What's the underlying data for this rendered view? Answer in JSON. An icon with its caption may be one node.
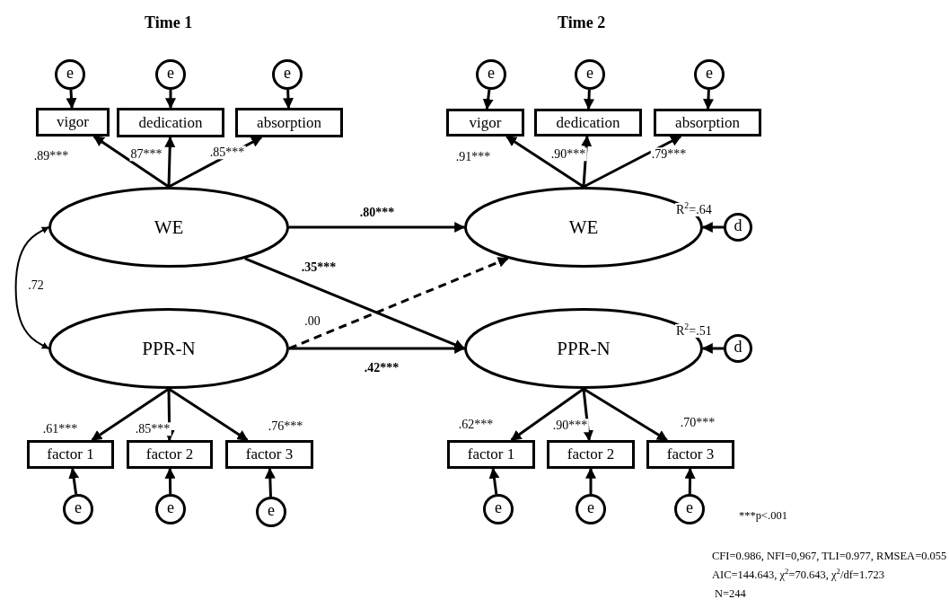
{
  "diagram": {
    "nodes": [
      {
        "text": [
          "e"
        ]
      },
      {
        "text": [
          "e"
        ]
      },
      {
        "text": [
          "e"
        ]
      },
      {
        "text": [
          "e"
        ]
      },
      {
        "text": [
          "e"
        ]
      },
      {
        "text": [
          "e"
        ]
      },
      {
        "text": [
          "vigor"
        ]
      },
      {
        "text": [
          "dedication"
        ]
      },
      {
        "text": [
          "absorption"
        ]
      },
      {
        "text": [
          "vigor"
        ]
      },
      {
        "text": [
          "dedication"
        ]
      },
      {
        "text": [
          "absorption"
        ]
      },
      {
        "text": [
          "WE"
        ]
      },
      {
        "text": [
          "WE"
        ],
        "beside": [
          "R$^{2}$=.64"
        ]
      },
      {
        "text": [
          "d"
        ]
      },
      {
        "text": [
          "PPR-N"
        ]
      },
      {
        "text": [
          "PPR-N"
        ],
        "beside": [
          "R$^{2}$=.51"
        ]
      },
      {
        "text": [
          "d"
        ]
      },
      {
        "text": [
          "factor 1"
        ]
      },
      {
        "text": [
          "factor 2"
        ]
      },
      {
        "text": [
          "factor 3"
        ]
      },
      {
        "text": [
          "factor 1"
        ]
      },
      {
        "text": [
          "factor 2"
        ]
      },
      {
        "text": [
          "factor 3"
        ]
      },
      {
        "text": [
          "e"
        ]
      },
      {
        "text": [
          "e"
        ]
      },
      {
        "text": [
          "e"
        ]
      },
      {
        "text": [
          "e"
        ]
      },
      {
        "text": [
          "e"
        ]
      },
      {
        "text": [
          "e"
        ]
      }
    ],
    "edges": [
      {
        "from": 12,
        "to": 6,
        "arrow": "to",
        "label": ".89***"
      },
      {
        "from": 12,
        "to": 7,
        "arrow": "to",
        "label": "87***"
      },
      {
        "from": 12,
        "to": 8,
        "arrow": "to",
        "label": ".85***"
      },
      {
        "from": 13,
        "to": 9,
        "arrow": "to",
        "label": ".91***"
      },
      {
        "from": 13,
        "to": 10,
        "arrow": "to",
        "label": ".90***"
      },
      {
        "from": 13,
        "to": 11,
        "arrow": "to",
        "label": ".79***"
      },
      {
        "from": 15,
        "to": 18,
        "arrow": "to",
        "label": ".61***"
      },
      {
        "from": 15,
        "to": 19,
        "arrow": "to",
        "label": ".85***"
      },
      {
        "from": 15,
        "to": 20,
        "arrow": "to",
        "label": ".76***"
      },
      {
        "from": 16,
        "to": 21,
        "arrow": "to",
        "label": ".62***"
      },
      {
        "from": 16,
        "to": 22,
        "arrow": "to",
        "label": ".90***"
      },
      {
        "from": 16,
        "to": 23,
        "arrow": "to",
        "label": ".70***"
      },
      {
        "from": 12,
        "to": 13,
        "arrow": "to",
        "label": ".80***"
      },
      {
        "from": 12,
        "to": 16,
        "arrow": "to",
        "label": ".35***"
      },
      {
        "from": 15,
        "to": 13,
        "arrow": "to",
        "label": ".00",
        "style": "dashed"
      },
      {
        "from": 15,
        "to": 16,
        "arrow": "to",
        "label": ".42***"
      },
      {
        "from": 12,
        "to": 15,
        "arrow": "both",
        "label": ".72"
      },
      {
        "from": 14,
        "to": 13,
        "arrow": "to"
      },
      {
        "from": 17,
        "to": 16,
        "arrow": "to"
      },
      {
        "from": 0,
        "to": 6,
        "arrow": "to"
      },
      {
        "from": 1,
        "to": 7,
        "arrow": "to"
      },
      {
        "from": 2,
        "to": 8,
        "arrow": "to"
      },
      {
        "from": 3,
        "to": 9,
        "arrow": "to"
      },
      {
        "from": 4,
        "to": 10,
        "arrow": "to"
      },
      {
        "from": 5,
        "to": 11,
        "arrow": "to"
      },
      {
        "from": 24,
        "to": 18,
        "arrow": "to"
      },
      {
        "from": 25,
        "to": 19,
        "arrow": "to"
      },
      {
        "from": 26,
        "to": 20,
        "arrow": "to"
      },
      {
        "from": 27,
        "to": 21,
        "arrow": "to"
      },
      {
        "from": 28,
        "to": 22,
        "arrow": "to"
      },
      {
        "from": 29,
        "to": 23,
        "arrow": "to"
      }
    ],
    "labels": [
      "Time 1",
      "Time 2",
      "***p<.001",
      "CFI=0.986, NFI=0,967, TLI=0.977, RMSEA=0.055",
      "AIC=144.643, χ$^{2}$=70.643, χ$^{2}$/df=1.723",
      "N=244"
    ]
  }
}
